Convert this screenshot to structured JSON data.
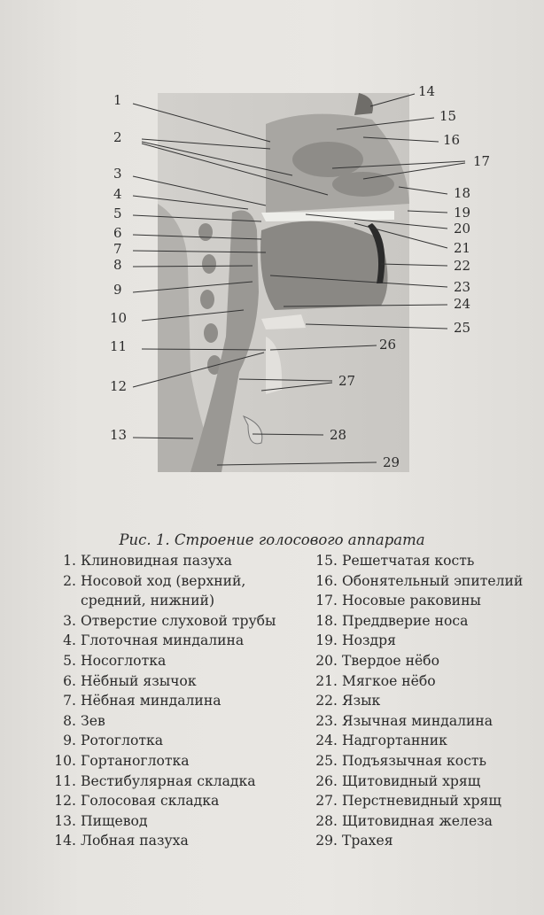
{
  "figure": {
    "left_labels": [
      "1",
      "2",
      "3",
      "4",
      "5",
      "6",
      "7",
      "8",
      "9",
      "10",
      "11",
      "12",
      "13"
    ],
    "right_labels": [
      "14",
      "15",
      "16",
      "17",
      "18",
      "19",
      "20",
      "21",
      "22",
      "23",
      "24",
      "25",
      "26",
      "27",
      "28",
      "29"
    ]
  },
  "caption": "Рис. 1. Строение голосового аппарата",
  "legend_left": [
    {
      "num": "1.",
      "text": "Клиновидная пазуха"
    },
    {
      "num": "2.",
      "text": "Носовой ход (верхний,"
    },
    {
      "num": "",
      "text": "средний, нижний)"
    },
    {
      "num": "3.",
      "text": "Отверстие слуховой трубы"
    },
    {
      "num": "4.",
      "text": "Глоточная миндалина"
    },
    {
      "num": "5.",
      "text": "Носоглотка"
    },
    {
      "num": "6.",
      "text": "Нёбный язычок"
    },
    {
      "num": "7.",
      "text": "Нёбная миндалина"
    },
    {
      "num": "8.",
      "text": "Зев"
    },
    {
      "num": "9.",
      "text": "Ротоглотка"
    },
    {
      "num": "10.",
      "text": "Гортаноглотка"
    },
    {
      "num": "11.",
      "text": "Вестибулярная складка"
    },
    {
      "num": "12.",
      "text": "Голосовая складка"
    },
    {
      "num": "13.",
      "text": "Пищевод"
    },
    {
      "num": "14.",
      "text": "Лобная пазуха"
    }
  ],
  "legend_right": [
    {
      "num": "15.",
      "text": "Решетчатая кость"
    },
    {
      "num": "16.",
      "text": "Обонятельный эпителий"
    },
    {
      "num": "17.",
      "text": "Носовые раковины"
    },
    {
      "num": "18.",
      "text": "Преддверие носа"
    },
    {
      "num": "19.",
      "text": "Ноздря"
    },
    {
      "num": "20.",
      "text": "Твердое нёбо"
    },
    {
      "num": "21.",
      "text": "Мягкое нёбо"
    },
    {
      "num": "22.",
      "text": "Язык"
    },
    {
      "num": "23.",
      "text": "Язычная миндалина"
    },
    {
      "num": "24.",
      "text": "Надгортанник"
    },
    {
      "num": "25.",
      "text": "Подъязычная кость"
    },
    {
      "num": "26.",
      "text": "Щитовидный хрящ"
    },
    {
      "num": "27.",
      "text": "Перстневидный хрящ"
    },
    {
      "num": "28.",
      "text": "Щитовидная железа"
    },
    {
      "num": "29.",
      "text": "Трахея"
    }
  ]
}
